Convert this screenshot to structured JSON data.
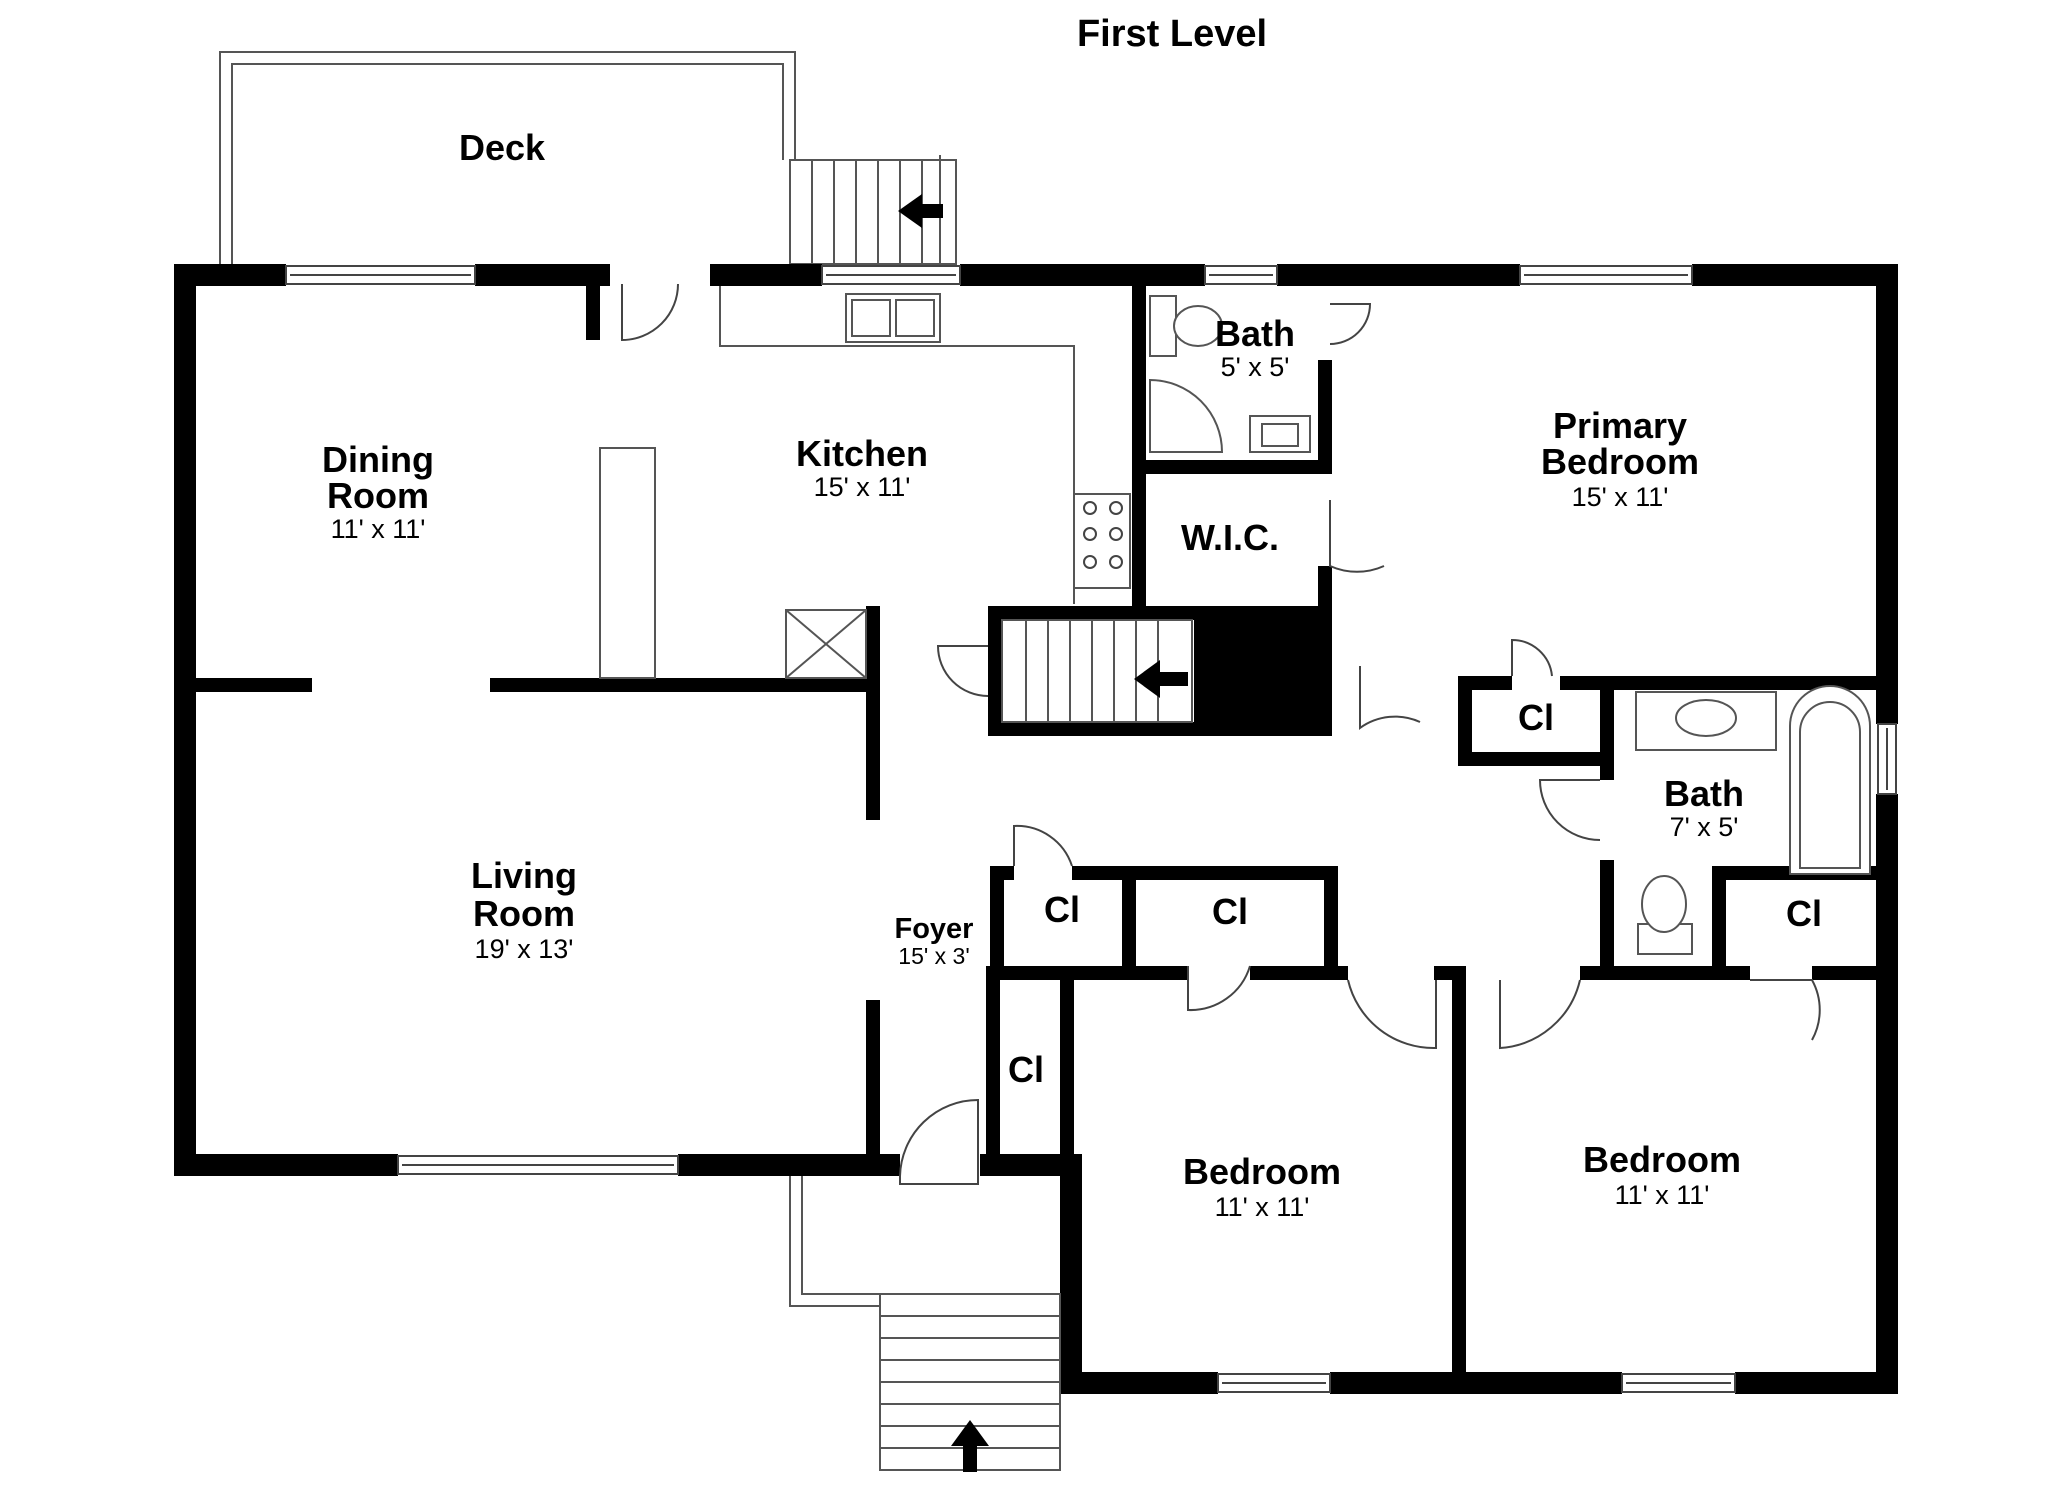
{
  "title": "First Level",
  "rooms": {
    "deck": {
      "name": "Deck"
    },
    "dining": {
      "name_line1": "Dining",
      "name_line2": "Room",
      "dims": "11' x 11'"
    },
    "kitchen": {
      "name": "Kitchen",
      "dims": "15' x 11'"
    },
    "bath_primary": {
      "name": "Bath",
      "dims": "5' x 5'"
    },
    "primary_bedroom": {
      "name_line1": "Primary",
      "name_line2": "Bedroom",
      "dims": "15' x 11'"
    },
    "wic": {
      "name": "W.I.C."
    },
    "closet_hall": {
      "name": "Cl"
    },
    "bath_hall": {
      "name": "Bath",
      "dims": "7' x 5'"
    },
    "living": {
      "name_line1": "Living",
      "name_line2": "Room",
      "dims": "19' x 13'"
    },
    "foyer": {
      "name": "Foyer",
      "dims": "15' x 3'"
    },
    "closet_a": {
      "name": "Cl"
    },
    "closet_b": {
      "name": "Cl"
    },
    "closet_c": {
      "name": "Cl"
    },
    "closet_d": {
      "name": "Cl"
    },
    "bedroom_2": {
      "name": "Bedroom",
      "dims": "11' x 11'"
    },
    "bedroom_3": {
      "name": "Bedroom",
      "dims": "11' x 11'"
    }
  },
  "colors": {
    "wall": "#000000",
    "line": "#555555",
    "background": "#ffffff"
  }
}
